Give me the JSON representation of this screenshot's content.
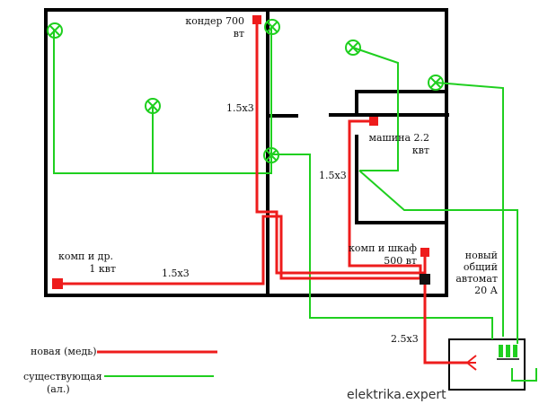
{
  "colors": {
    "new_wire": "#ee1c1c",
    "existing_wire": "#1fcf1f",
    "walls": "#000000",
    "socket": "#ee1c1c",
    "breaker": "#111111"
  },
  "labels": {
    "conditioner_line1": "кондер 700",
    "conditioner_line2": "вт",
    "washer_line1": "машина 2.2",
    "washer_line2": "квт",
    "computer_line1": "комп и др.",
    "computer_line2": "1 квт",
    "comp_cabinet_line1": "комп и шкаф",
    "comp_cabinet_line2": "500 вт",
    "breaker_line1": "новый",
    "breaker_line2": "общий",
    "breaker_line3": "автомат",
    "breaker_line4": "20 А",
    "cable_top": "1.5х3",
    "cable_mid": "1.5х3",
    "cable_bottom": "1.5х3",
    "cable_main": "2.5х3"
  },
  "legend": {
    "new_label": "новая (медь)",
    "existing_label_line1": "существующая",
    "existing_label_line2": "(ал.)"
  },
  "watermark": "elektrika.expert"
}
